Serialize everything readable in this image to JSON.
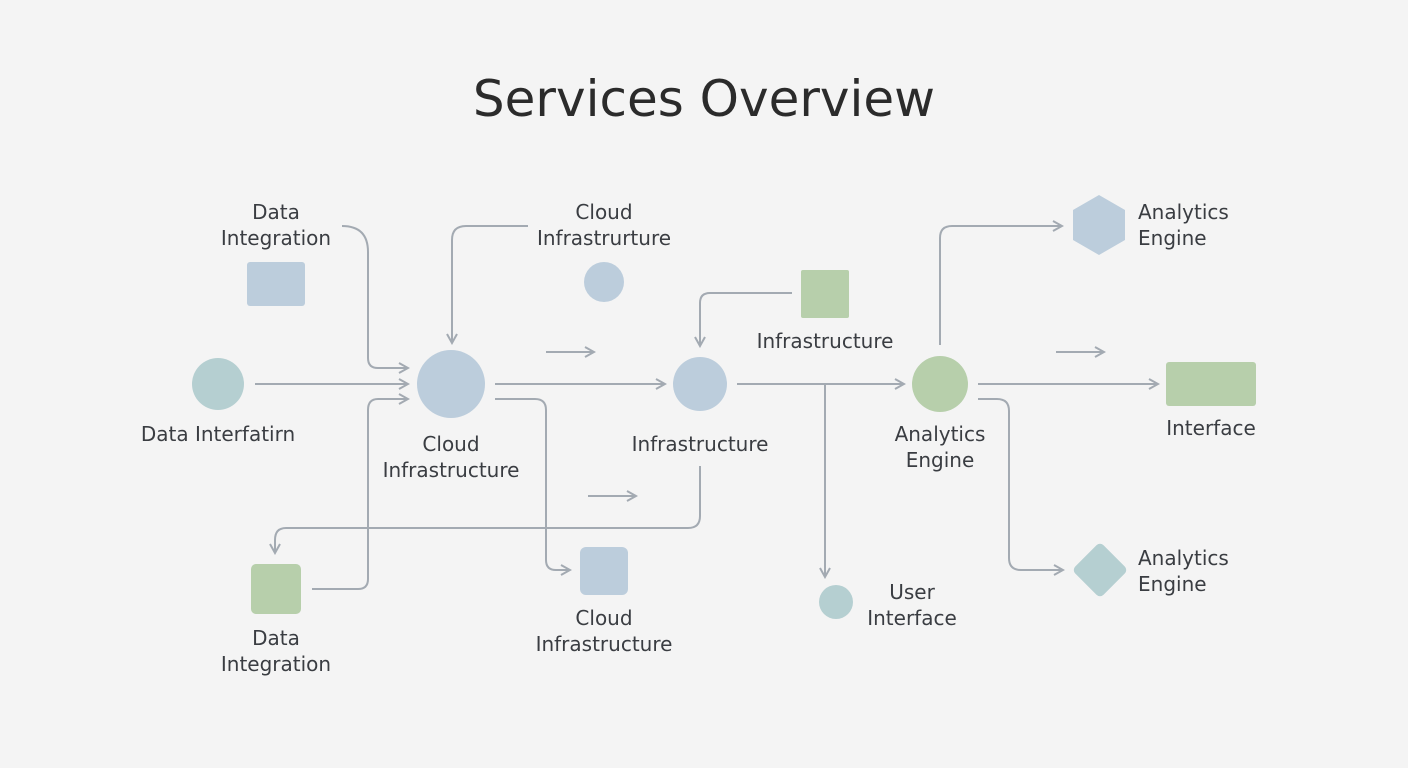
{
  "title": "Services Overview",
  "colors": {
    "blue": "#bccddc",
    "green": "#b7cfab",
    "teal": "#b5cfd1",
    "line": "#a3aab2",
    "background": "#f4f4f4",
    "text": "#3a3d42"
  },
  "nodes": [
    {
      "id": "n1",
      "shape": "rect",
      "color": "blue",
      "label": [
        "Data",
        "Integration"
      ]
    },
    {
      "id": "n2",
      "shape": "circle",
      "color": "blue",
      "label": [
        "Cloud",
        "Infrastrurture"
      ]
    },
    {
      "id": "n3",
      "shape": "circle",
      "color": "teal",
      "label": [
        "Data Interfatirn"
      ]
    },
    {
      "id": "n4",
      "shape": "circle",
      "color": "blue",
      "label": [
        "Cloud",
        "Infrastructure"
      ]
    },
    {
      "id": "n5",
      "shape": "circle",
      "color": "blue",
      "label": [
        "Infrastructure"
      ]
    },
    {
      "id": "n6",
      "shape": "square",
      "color": "green",
      "label": [
        "Infrastructure"
      ]
    },
    {
      "id": "n7",
      "shape": "circle",
      "color": "green",
      "label": [
        "Analytics",
        "Engine"
      ]
    },
    {
      "id": "n8",
      "shape": "hexagon",
      "color": "blue",
      "label": [
        "Analytics",
        "Engine"
      ]
    },
    {
      "id": "n9",
      "shape": "rect",
      "color": "green",
      "label": [
        "Interface"
      ]
    },
    {
      "id": "n10",
      "shape": "diamond",
      "color": "teal",
      "label": [
        "Analytics",
        "Engine"
      ]
    },
    {
      "id": "n11",
      "shape": "square",
      "color": "green",
      "label": [
        "Data",
        "Integration"
      ]
    },
    {
      "id": "n12",
      "shape": "square",
      "color": "blue",
      "label": [
        "Cloud",
        "Infrastructure"
      ]
    },
    {
      "id": "n13",
      "shape": "circle",
      "color": "teal",
      "label": [
        "User",
        "Interface"
      ]
    }
  ],
  "edges": [
    {
      "from": "n1",
      "to": "n4"
    },
    {
      "from": "n2",
      "to": "n4"
    },
    {
      "from": "n3",
      "to": "n4"
    },
    {
      "from": "n4",
      "to": "n5"
    },
    {
      "from": "n4",
      "to": "n12"
    },
    {
      "from": "n11",
      "to": "n4"
    },
    {
      "from": "n5",
      "to": "n11"
    },
    {
      "from": "n5",
      "to": "n7"
    },
    {
      "from": "n5",
      "to": "n6"
    },
    {
      "from": "n5",
      "to": "n13"
    },
    {
      "from": "n7",
      "to": "n8"
    },
    {
      "from": "n7",
      "to": "n9"
    },
    {
      "from": "n7",
      "to": "n10"
    }
  ]
}
